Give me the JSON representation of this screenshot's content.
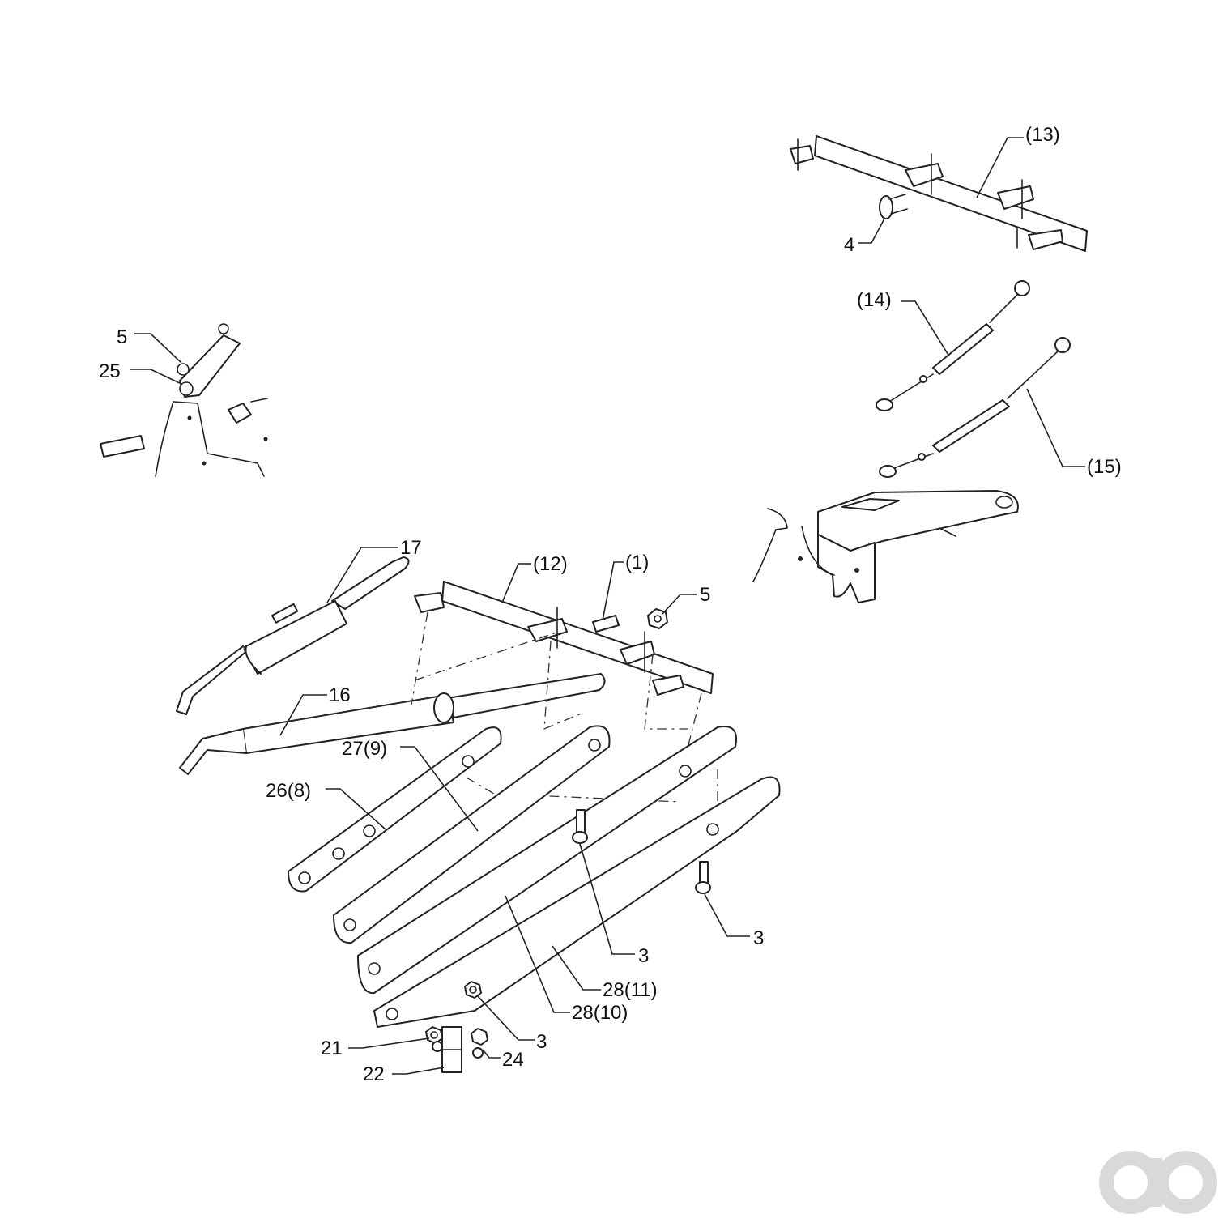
{
  "callouts": {
    "c13": "(13)",
    "c4": "4",
    "c14": "(14)",
    "c15": "(15)",
    "c5a": "5",
    "c25": "25",
    "c17": "17",
    "c12": "(12)",
    "c1": "(1)",
    "c5b": "5",
    "c16": "16",
    "c27": "27(9)",
    "c26": "26(8)",
    "c3a": "3",
    "c3b": "3",
    "c28a": "28(11)",
    "c28b": "28(10)",
    "c3c": "3",
    "c21": "21",
    "c24": "24",
    "c22": "22"
  },
  "colors": {
    "line": "#222222",
    "background": "#ffffff",
    "watermark": "#d9d9d9"
  },
  "watermark": {
    "icon": "brand-logo-icon"
  }
}
